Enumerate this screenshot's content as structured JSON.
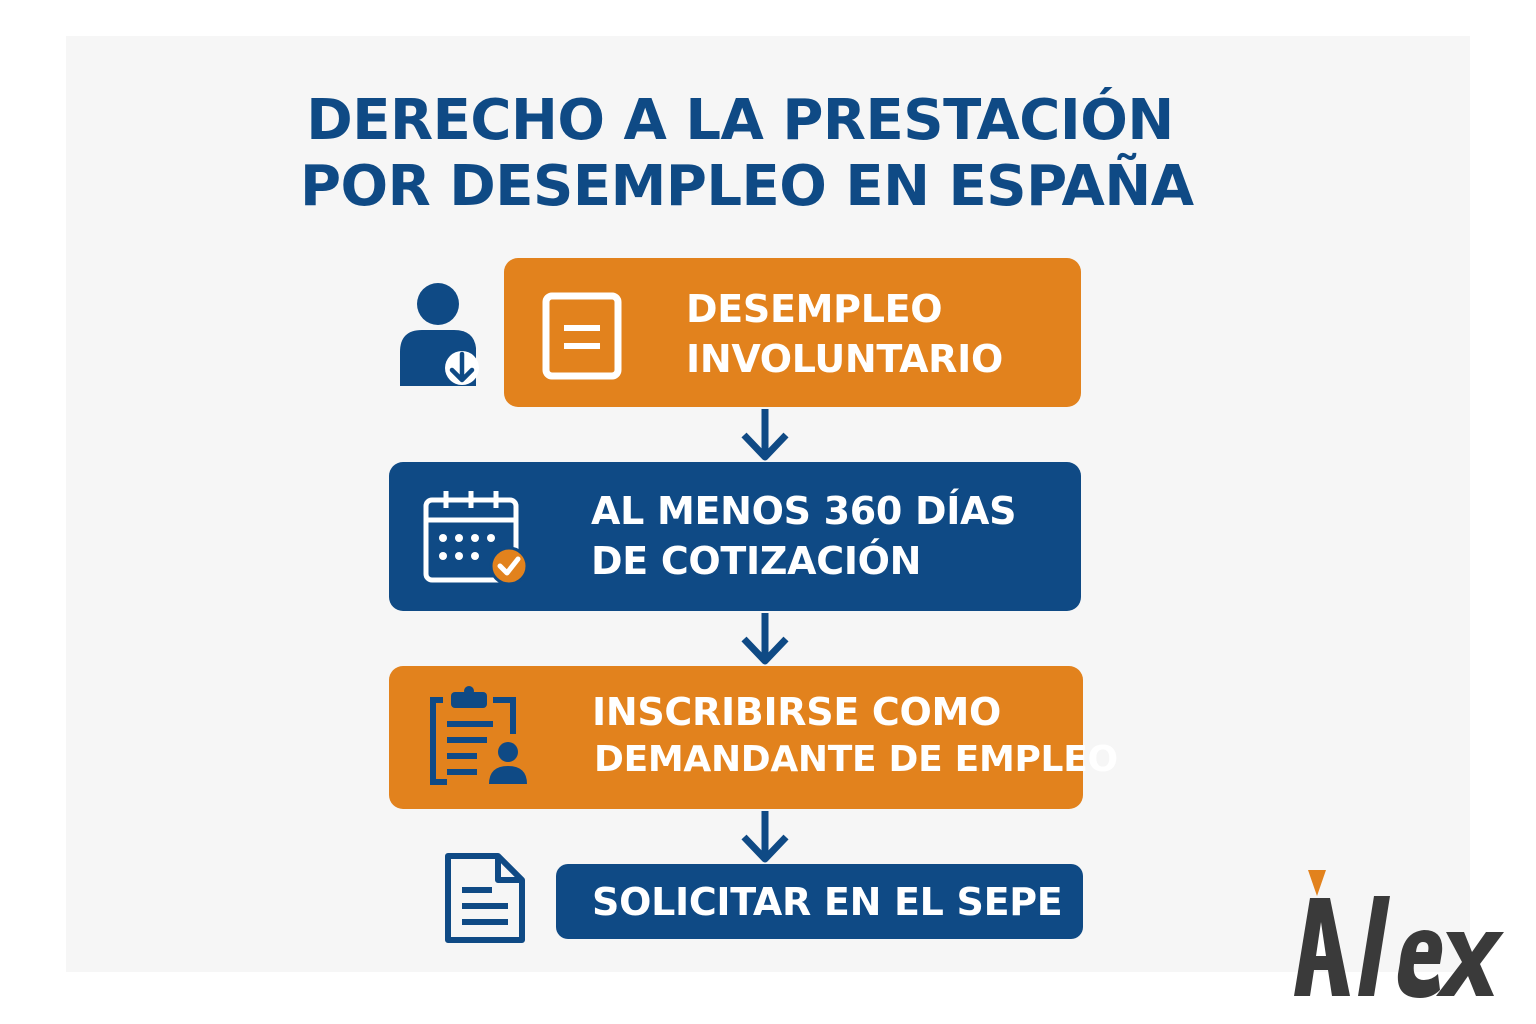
{
  "title": {
    "line1": "DERECHO A LA PRESTACIÓN",
    "line2": "POR DESEMPLEO EN ESPAÑA"
  },
  "steps": [
    {
      "line1": "DESEMPLEO",
      "line2": "INVOLUNTARIO",
      "color": "#e2821d",
      "icon": "document-icon"
    },
    {
      "line1": "AL MENOS 360 DÍAS",
      "line2": "DE COTIZACIÓN",
      "color": "#0f4a85",
      "icon": "calendar-check-icon"
    },
    {
      "line1": "INSCRIBIRSE COMO",
      "line2": "DEMANDANTE DE EMPLEO",
      "color": "#e2821d",
      "icon": "clipboard-user-icon"
    },
    {
      "line1": "SOLICITAR EN EL SEPE",
      "color": "#0f4a85",
      "icon": "file-text-icon"
    }
  ],
  "side_icon": "user-download-icon",
  "logo": {
    "text": "Alex",
    "colors": [
      "#3a3a3a",
      "#e2821d"
    ]
  }
}
